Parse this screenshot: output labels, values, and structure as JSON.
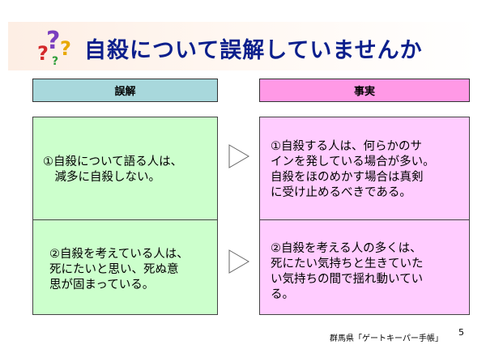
{
  "title": "自殺について誤解していませんか",
  "icon": "question-marks-icon",
  "headers": {
    "left": "誤解",
    "right": "事実"
  },
  "rows": [
    {
      "misconception": "①自殺について語る人は、\n　減多に自殺しない。",
      "fact": "①自殺する人は、何らかのサ\nインを発している場合が多い。\n自殺をほのめかす場合は真剣\nに受け止めるべきである。"
    },
    {
      "misconception": "②自殺を考えている人は、\n死にたいと思い、死ぬ意\n思が固まっている。",
      "fact": "②自殺を考える人の多くは、\n死にたい気持ちと生きていた\nい気持ちの間で揺れ動いてい\nる。"
    }
  ],
  "footer": {
    "source": "群馬県「ゲートキーパー手帳」",
    "page": "5"
  },
  "colors": {
    "title_text": "#0b1f8c",
    "header_left": "#a8d8dc",
    "header_right": "#ff99e6",
    "panel_left": "#ccffcc",
    "panel_right": "#ffccff"
  }
}
